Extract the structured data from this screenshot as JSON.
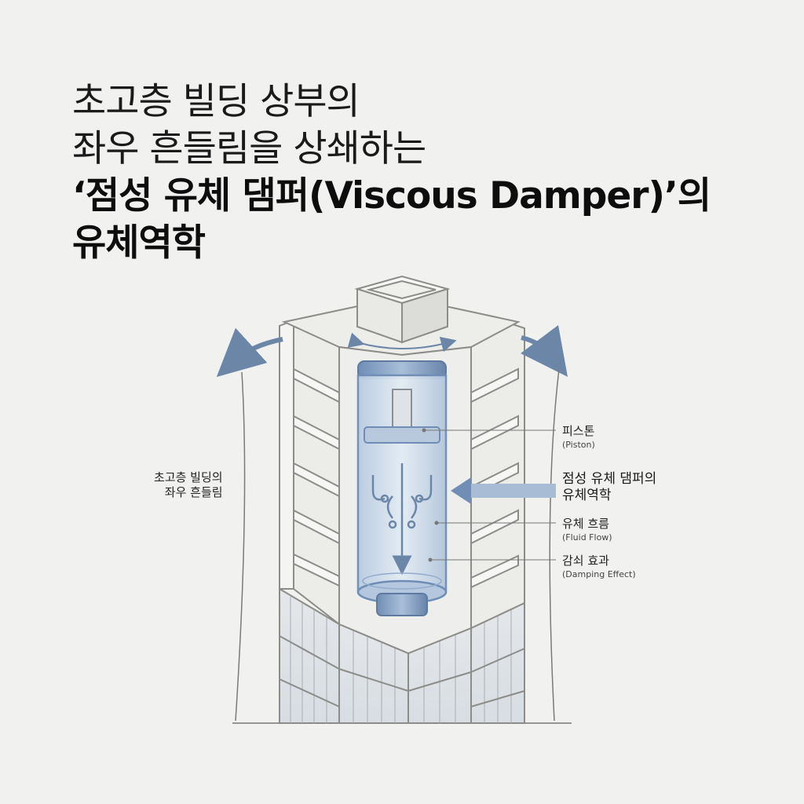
{
  "title": {
    "line1": "초고층 빌딩 상부의",
    "line2": "좌우 흔들림을 상쇄하는",
    "line3": "‘점성 유체 댐퍼(Viscous Damper)’의",
    "line4": "유체역학"
  },
  "labels": {
    "sway": {
      "line1": "초고층 빌딩의",
      "line2": "좌우 흔들림"
    },
    "piston": {
      "main": "피스톤",
      "sub": "(Piston)"
    },
    "damper": {
      "line1": "점성 유체 댐퍼의",
      "line2": "유체역학"
    },
    "flow": {
      "main": "유체 흐름",
      "sub": "(Fluid Flow)"
    },
    "damping": {
      "main": "감쇠 효과",
      "sub": "(Damping Effect)"
    }
  },
  "colors": {
    "background": "#f1f1ef",
    "structure_stroke": "#8c8c88",
    "cylinder_blue": "#7d9ac0",
    "fluid_light": "#d6e2ef",
    "arrow_blue": "#5c7fa8"
  }
}
